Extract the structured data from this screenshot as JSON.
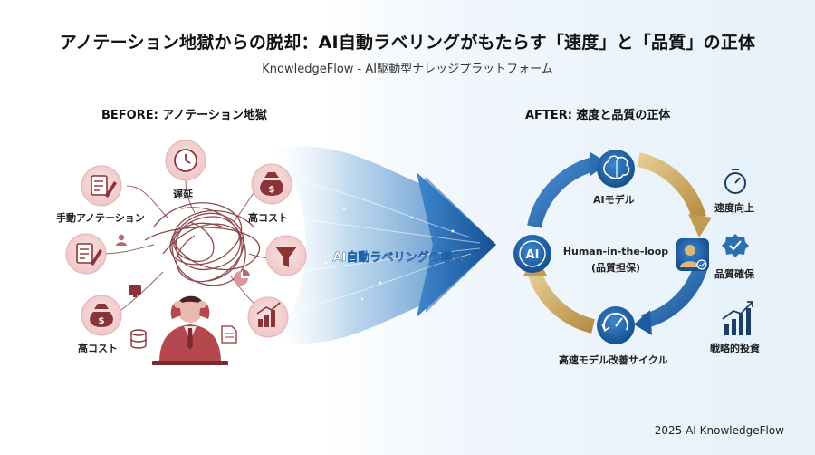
{
  "title": "アノテーション地獄からの脱却：AI自動ラベリングがもたらす「速度」と「品質」の正体",
  "subtitle": "KnowledgeFlow - AI駆動型ナレッジプラットフォーム",
  "before": {
    "heading": "BEFORE: アノテーション地獄",
    "labels": {
      "manual": "手動アノテーション",
      "delay": "遅延",
      "high_cost_right": "高コスト",
      "high_cost_left": "高コスト"
    }
  },
  "arrow_label": "AI自動ラベリングの導入",
  "after": {
    "heading": "AFTER: 速度と品質の正体",
    "cycle": {
      "ai_model": "AIモデル",
      "hitl_line1": "Human-in-the-loop",
      "hitl_line2": "(品質担保)",
      "improvement": "高速モデル改善サイクル",
      "ai_badge": "AI"
    },
    "benefits": {
      "speed": "速度向上",
      "quality": "品質確保",
      "investment": "戦略的投資"
    }
  },
  "footer": "2025 AI KnowledgeFlow",
  "colors": {
    "before_accent": "#b5484f",
    "before_bg": "#f6d7d8",
    "after_accent": "#2a6fb0",
    "after_dark": "#1d4f86",
    "gold": "#c9a560"
  }
}
